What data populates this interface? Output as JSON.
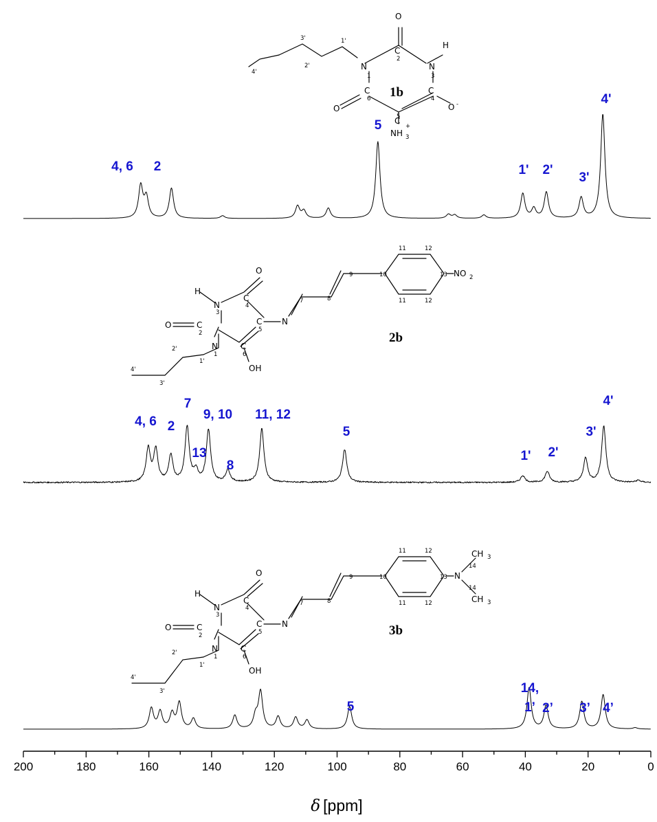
{
  "chart_data": {
    "type": "line",
    "xlabel_symbol": "δ",
    "xlabel_unit": "[ppm]",
    "xlim": [
      200,
      0
    ],
    "x_ticks": [
      200,
      180,
      160,
      140,
      120,
      100,
      80,
      60,
      40,
      20,
      0
    ],
    "series": [
      {
        "name": "1b",
        "noise": 0.0,
        "peaks": [
          {
            "x": 162.6,
            "h": 47
          },
          {
            "x": 160.8,
            "h": 30
          },
          {
            "x": 152.8,
            "h": 44
          },
          {
            "x": 136.5,
            "h": 4
          },
          {
            "x": 112.6,
            "h": 18
          },
          {
            "x": 110.6,
            "h": 11
          },
          {
            "x": 102.8,
            "h": 15
          },
          {
            "x": 87.0,
            "h": 112
          },
          {
            "x": 64.5,
            "h": 6
          },
          {
            "x": 62.5,
            "h": 5
          },
          {
            "x": 53.2,
            "h": 5
          },
          {
            "x": 40.8,
            "h": 36
          },
          {
            "x": 37.3,
            "h": 14
          },
          {
            "x": 33.3,
            "h": 38
          },
          {
            "x": 22.2,
            "h": 30
          },
          {
            "x": 15.3,
            "h": 152
          }
        ],
        "labels": [
          {
            "text": "4, 6",
            "x": 161.5
          },
          {
            "text": "2",
            "x": 152.8
          },
          {
            "text": "5",
            "x": 87.0
          },
          {
            "text": "1'",
            "x": 40.8
          },
          {
            "text": "2'",
            "x": 33.3
          },
          {
            "text": "3'",
            "x": 22.2
          },
          {
            "text": "4'",
            "x": 15.3
          }
        ]
      },
      {
        "name": "2b",
        "noise": 1.0,
        "peaks": [
          {
            "x": 160.2,
            "h": 48
          },
          {
            "x": 157.8,
            "h": 47
          },
          {
            "x": 153.0,
            "h": 38
          },
          {
            "x": 147.8,
            "h": 80
          },
          {
            "x": 145.0,
            "h": 16
          },
          {
            "x": 141.0,
            "h": 76
          },
          {
            "x": 134.8,
            "h": 18
          },
          {
            "x": 124.0,
            "h": 78
          },
          {
            "x": 97.6,
            "h": 48
          },
          {
            "x": 40.8,
            "h": 10
          },
          {
            "x": 33.0,
            "h": 16
          },
          {
            "x": 20.8,
            "h": 35
          },
          {
            "x": 15.0,
            "h": 82
          },
          {
            "x": 4.0,
            "h": 3
          }
        ],
        "labels": [
          {
            "text": "4, 6",
            "x": 159.0
          },
          {
            "text": "2",
            "x": 153.0
          },
          {
            "text": "7",
            "x": 147.8
          },
          {
            "text": "13",
            "x": 144.5
          },
          {
            "text": "9, 10",
            "x": 140.0
          },
          {
            "text": "8",
            "x": 134.8
          },
          {
            "text": "11, 12",
            "x": 124.0
          },
          {
            "text": "5",
            "x": 97.6
          },
          {
            "text": "1'",
            "x": 40.8
          },
          {
            "text": "2'",
            "x": 33.0
          },
          {
            "text": "3'",
            "x": 20.8
          },
          {
            "text": "4'",
            "x": 15.0
          }
        ]
      },
      {
        "name": "3b",
        "noise": 0.0,
        "peaks": [
          {
            "x": 159.2,
            "h": 30
          },
          {
            "x": 156.4,
            "h": 25
          },
          {
            "x": 152.6,
            "h": 22
          },
          {
            "x": 150.3,
            "h": 38
          },
          {
            "x": 145.8,
            "h": 15
          },
          {
            "x": 132.6,
            "h": 20
          },
          {
            "x": 126.0,
            "h": 18
          },
          {
            "x": 124.4,
            "h": 54
          },
          {
            "x": 118.8,
            "h": 18
          },
          {
            "x": 113.2,
            "h": 17
          },
          {
            "x": 109.6,
            "h": 13
          },
          {
            "x": 96.0,
            "h": 33
          },
          {
            "x": 38.8,
            "h": 60
          },
          {
            "x": 33.4,
            "h": 34
          },
          {
            "x": 22.0,
            "h": 40
          },
          {
            "x": 15.2,
            "h": 50
          },
          {
            "x": 5.0,
            "h": 2
          }
        ],
        "labels": [
          {
            "text": "5",
            "x": 96.0
          },
          {
            "text": "14,",
            "x": 39.5
          },
          {
            "text": "1’",
            "x": 39.5
          },
          {
            "text": "2’",
            "x": 33.4
          },
          {
            "text": "3’",
            "x": 22.0
          },
          {
            "text": "4’",
            "x": 15.2
          }
        ]
      }
    ]
  },
  "structures": {
    "s1b": {
      "label": "1b",
      "atoms": [
        "O",
        "N",
        "H",
        "N",
        "C",
        "C",
        "C",
        "O",
        "O",
        "C",
        "NH",
        "3",
        "+",
        "-"
      ],
      "numbers": [
        "2",
        "1",
        "3",
        "6",
        "4",
        "5",
        "1'",
        "2'",
        "3'",
        "4'"
      ]
    },
    "s2b": {
      "label": "2b",
      "atoms": [
        "H",
        "O",
        "N",
        "C",
        "O",
        "C",
        "C",
        "N",
        "N",
        "C",
        "OH",
        "NO",
        "2"
      ],
      "numbers": [
        "3",
        "4",
        "2",
        "5",
        "1",
        "6",
        "7",
        "8",
        "9",
        "10",
        "11",
        "12",
        "13",
        "11",
        "12",
        "1'",
        "2'",
        "3'",
        "4'"
      ]
    },
    "s3b": {
      "label": "3b",
      "atoms": [
        "H",
        "O",
        "N",
        "C",
        "O",
        "C",
        "C",
        "N",
        "N",
        "C",
        "OH",
        "N",
        "CH",
        "3",
        "CH",
        "3"
      ],
      "numbers": [
        "3",
        "4",
        "2",
        "5",
        "1",
        "6",
        "7",
        "8",
        "9",
        "10",
        "11",
        "12",
        "13",
        "11",
        "12",
        "14",
        "14",
        "1'",
        "2'",
        "3'",
        "4'"
      ]
    }
  }
}
